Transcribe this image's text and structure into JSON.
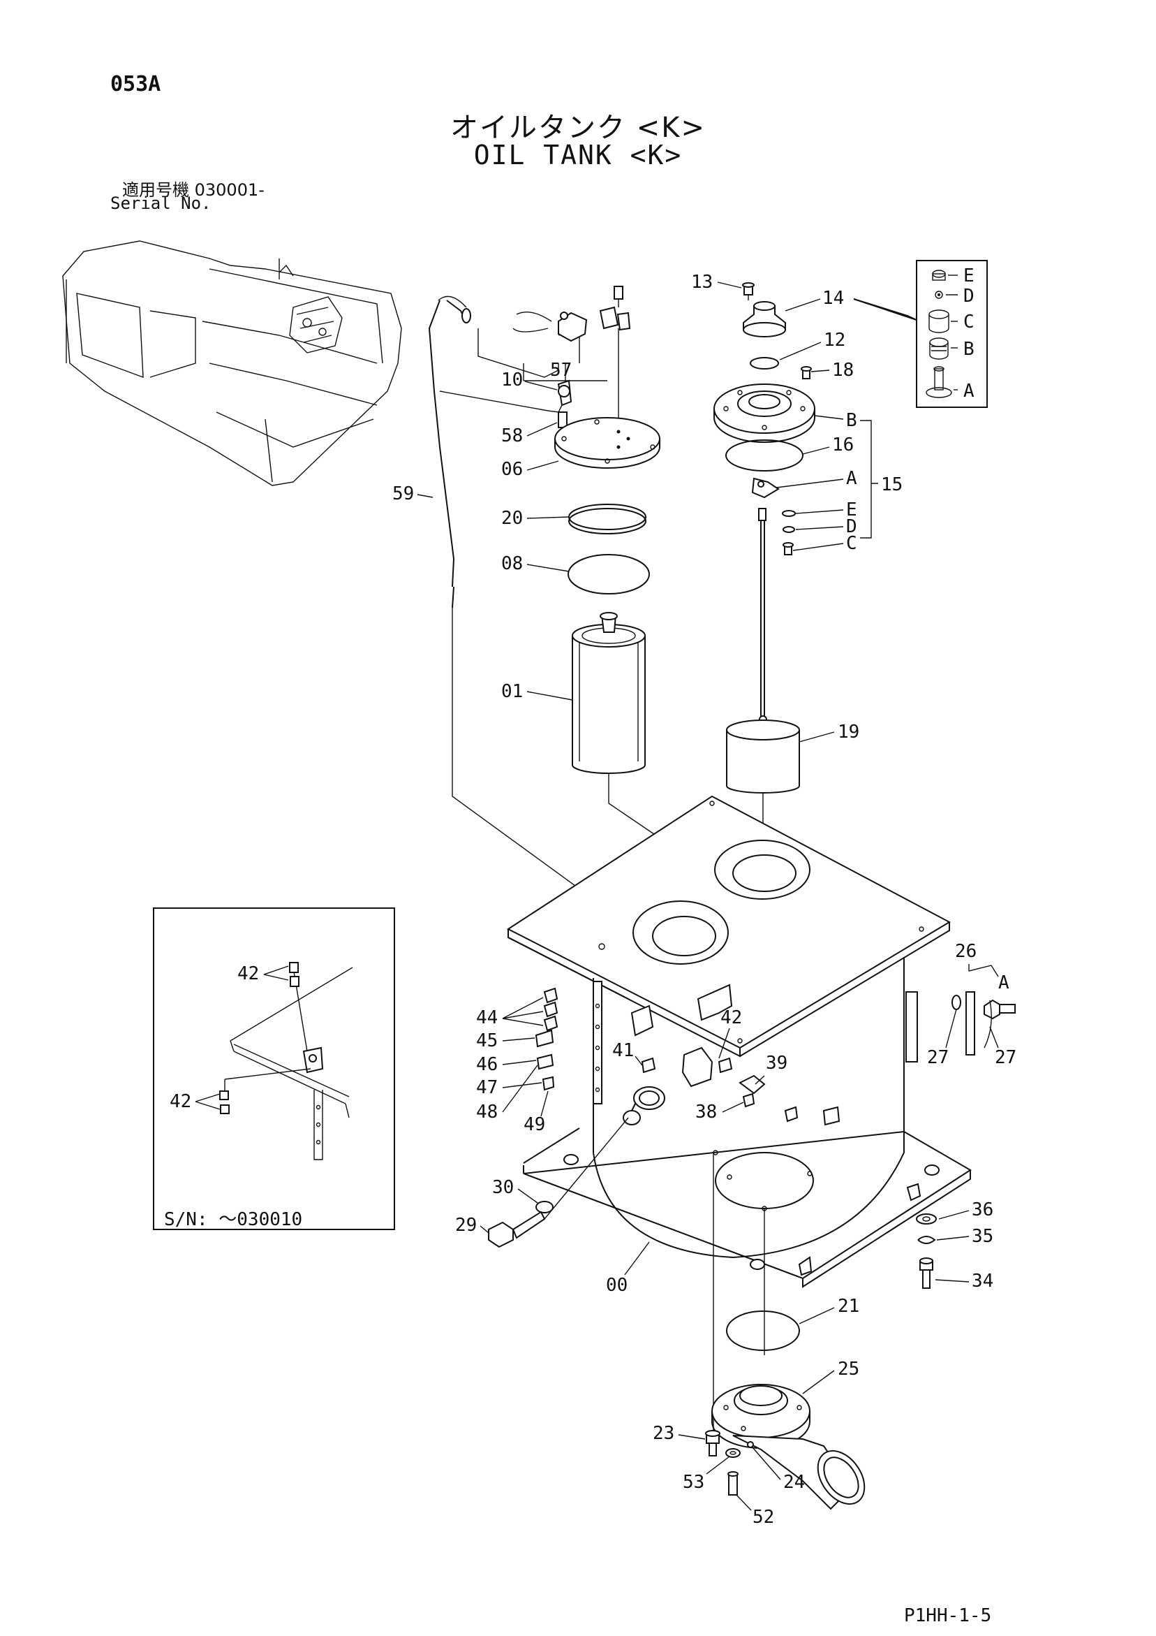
{
  "header": {
    "page_code": "053A",
    "title_jp": "オイルタンク <K>",
    "title_en": "OIL TANK <K>",
    "serial_label_jp": "適用号機  030001-",
    "serial_label_en": "Serial No."
  },
  "inset": {
    "serial_note": "S/N: ～030010",
    "callouts": [
      "42",
      "42"
    ]
  },
  "legend_panel": {
    "letters": [
      "E",
      "D",
      "C",
      "B",
      "A"
    ]
  },
  "callouts": [
    "13",
    "14",
    "12",
    "18",
    "57",
    "10",
    "58",
    "06",
    "59",
    "20",
    "08",
    "01",
    "16",
    "B",
    "A",
    "15",
    "E",
    "D",
    "C",
    "19",
    "26",
    "A",
    "27",
    "27",
    "44",
    "45",
    "46",
    "47",
    "48",
    "49",
    "42",
    "41",
    "39",
    "38",
    "36",
    "35",
    "34",
    "30",
    "29",
    "00",
    "21",
    "25",
    "23",
    "53",
    "24",
    "52"
  ],
  "footer": {
    "page_ref": "P1HH-1-5"
  }
}
